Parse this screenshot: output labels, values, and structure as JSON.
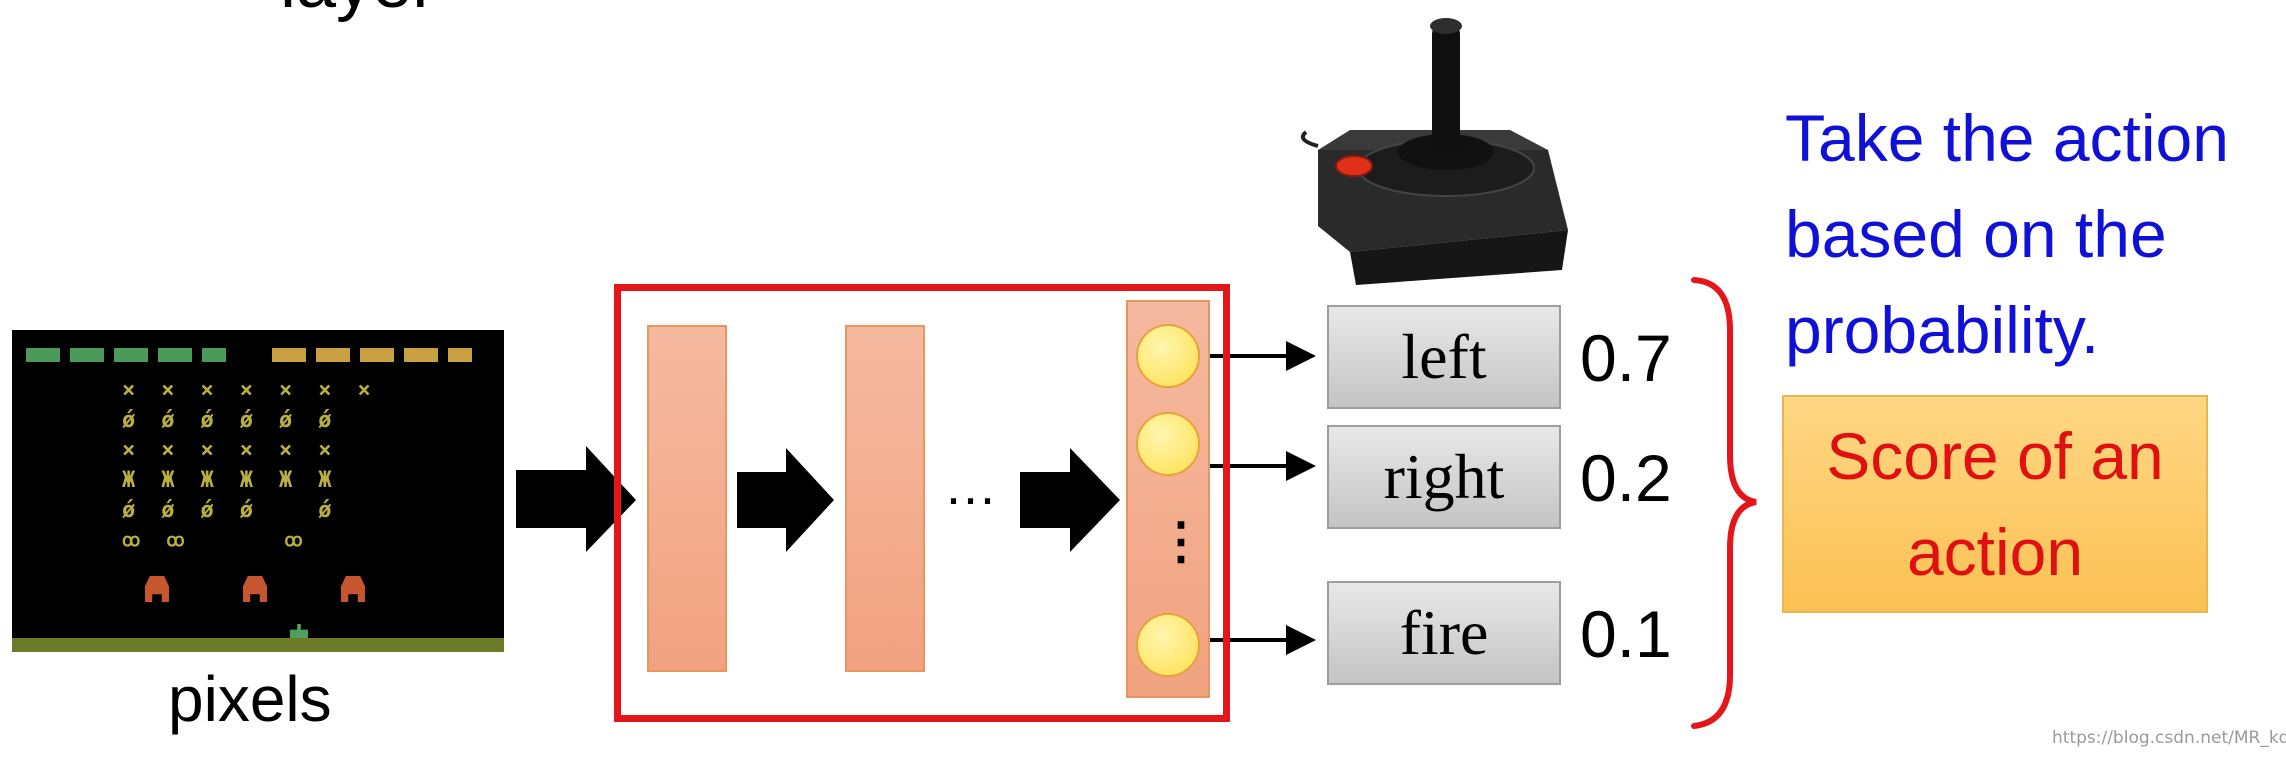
{
  "top_word": "layer",
  "pixels_label": "pixels",
  "ellipsis": "...",
  "vdots": "⋮",
  "actions": [
    {
      "label": "left",
      "prob": "0.7"
    },
    {
      "label": "right",
      "prob": "0.2"
    },
    {
      "label": "fire",
      "prob": "0.1"
    }
  ],
  "take_action_text": "Take the action based on the probability.",
  "score_text": "Score of an action",
  "watermark": "https://blog.csdn.net/MR_kdcon",
  "colors": {
    "net_border": "#e4161a",
    "take_text": "#1010d6",
    "score_text": "#e01010",
    "score_fill": "#fbc153"
  },
  "icons": {
    "game": "space-invaders-screen",
    "controller": "joystick-icon"
  }
}
